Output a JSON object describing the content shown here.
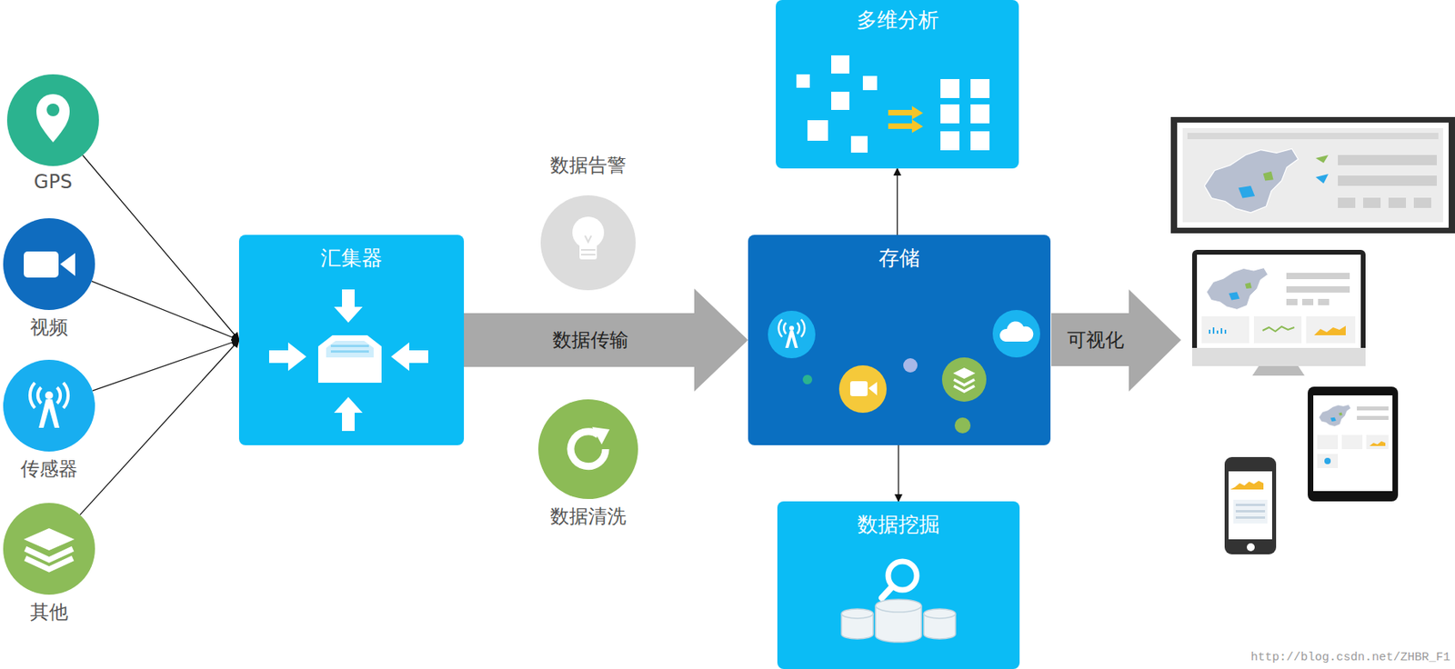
{
  "diagram": {
    "nodes": [
      {
        "text": [
          "GPS"
        ]
      },
      {
        "text": [
          "视频"
        ]
      },
      {
        "text": [
          "传感器"
        ]
      },
      {
        "text": [
          "其他"
        ]
      },
      {
        "text": [
          "汇集器"
        ]
      },
      {
        "text": [
          "数据告警"
        ]
      },
      {
        "text": [
          "数据清洗"
        ]
      },
      {
        "text": [
          "存储"
        ]
      },
      {
        "text": [
          "多维分析"
        ]
      },
      {
        "text": [
          "数据挖掘"
        ]
      }
    ],
    "edges": [
      {
        "from": 0,
        "to": 4,
        "arrow": "to"
      },
      {
        "from": 1,
        "to": 4,
        "arrow": "to"
      },
      {
        "from": 2,
        "to": 4,
        "arrow": "to"
      },
      {
        "from": 3,
        "to": 4,
        "arrow": "to"
      },
      {
        "from": 4,
        "to": 7,
        "label": "数据传输",
        "arrow": "to"
      },
      {
        "from": 7,
        "to": 8,
        "arrow": "to"
      },
      {
        "from": 7,
        "to": 9,
        "arrow": "to"
      }
    ],
    "labels": [
      "可视化",
      "http://blog.csdn.net/ZHBR_F1"
    ]
  }
}
